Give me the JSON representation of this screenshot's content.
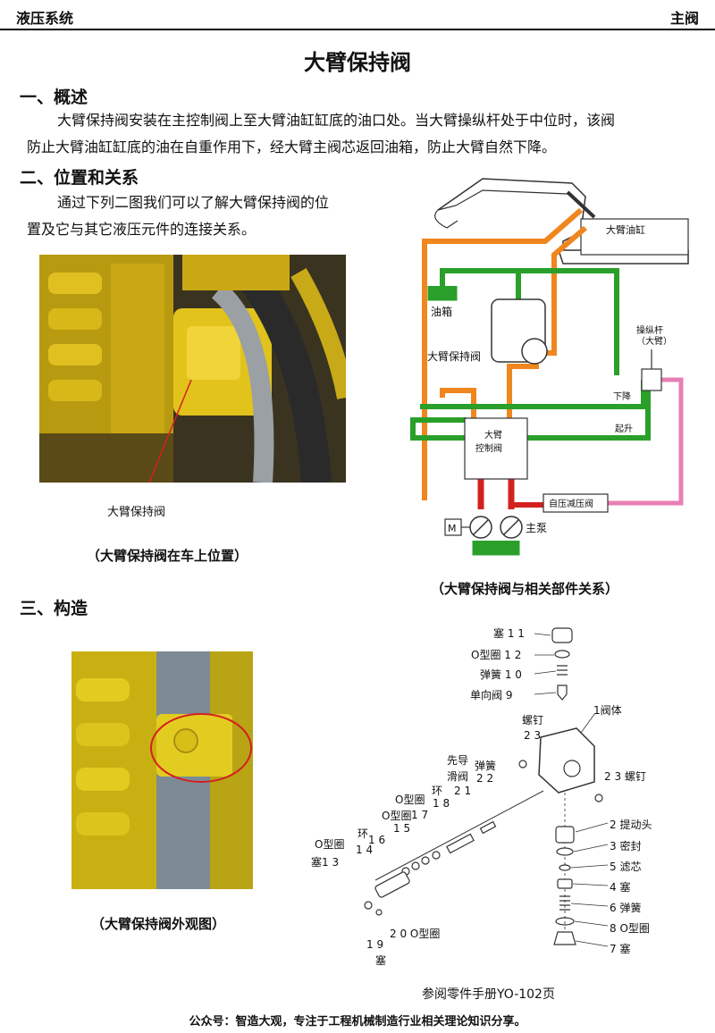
{
  "header": {
    "left": "液压系统",
    "right": "主阀"
  },
  "title": "大臂保持阀",
  "sections": {
    "s1": {
      "heading": "一、概述",
      "para_line1": "大臂保持阀安装在主控制阀上至大臂油缸缸底的油口处。当大臂操纵杆处于中位时，该阀",
      "para_line2": "防止大臂油缸缸底的油在自重作用下，经大臂主阀芯返回油箱，防止大臂自然下降。"
    },
    "s2": {
      "heading": "二、位置和关系",
      "para_line1": "通过下列二图我们可以了解大臂保持阀的位",
      "para_line2": "置及它与其它液压元件的连接关系。"
    },
    "s3": {
      "heading": "三、构造"
    }
  },
  "photo1": {
    "annotation": "大臂保持阀",
    "caption": "（大臂保持阀在车上位置）"
  },
  "photo2": {
    "caption": "（大臂保持阀外观图）"
  },
  "diagram": {
    "caption": "（大臂保持阀与相关部件关系）",
    "labels": {
      "boom_cylinder": "大臂油缸",
      "tank": "油箱",
      "hold_valve": "大臂保持阀",
      "lever_1": "操纵杆",
      "lever_2": "（大臂）",
      "lower": "下降",
      "raise": "起升",
      "control_1": "大臂",
      "control_2": "控制阀",
      "reducing": "自压减压阀",
      "pump": "主泵",
      "motor": "M"
    }
  },
  "parts": {
    "caption": "参阅零件手册YO-102页",
    "items": [
      {
        "name": "塞",
        "num": "1 1"
      },
      {
        "name": "O型圈",
        "num": "1 2"
      },
      {
        "name": "弹簧",
        "num": "1 0"
      },
      {
        "name": "单向阀",
        "num": "9"
      },
      {
        "name": "1阀体",
        "num": ""
      },
      {
        "name": "螺钉",
        "num": "2 3"
      },
      {
        "name": "螺钉",
        "num": "2 3"
      },
      {
        "name": "先导",
        "num": ""
      },
      {
        "name": "滑阀",
        "num": "2 1"
      },
      {
        "name": "弹簧",
        "num": "2 2"
      },
      {
        "name": "环",
        "num": "1 8"
      },
      {
        "name": "O型圈",
        "num": "1 7"
      },
      {
        "name": "O型圈",
        "num": "1 5"
      },
      {
        "name": "环",
        "num": "1 6"
      },
      {
        "name": "O型圈",
        "num": "1 4"
      },
      {
        "name": "塞",
        "num": "1 3"
      },
      {
        "name": "2 0 O型圈",
        "num": ""
      },
      {
        "name": "塞",
        "num": "1 9"
      },
      {
        "name": "2 提动头",
        "num": ""
      },
      {
        "name": "3 密封",
        "num": ""
      },
      {
        "name": "5 滤芯",
        "num": ""
      },
      {
        "name": "4 塞",
        "num": ""
      },
      {
        "name": "6 弹簧",
        "num": ""
      },
      {
        "name": "8 O型圈",
        "num": ""
      },
      {
        "name": "7 塞",
        "num": ""
      }
    ]
  },
  "footer": "公众号：智造大观，专注于工程机械制造行业相关理论知识分享。"
}
